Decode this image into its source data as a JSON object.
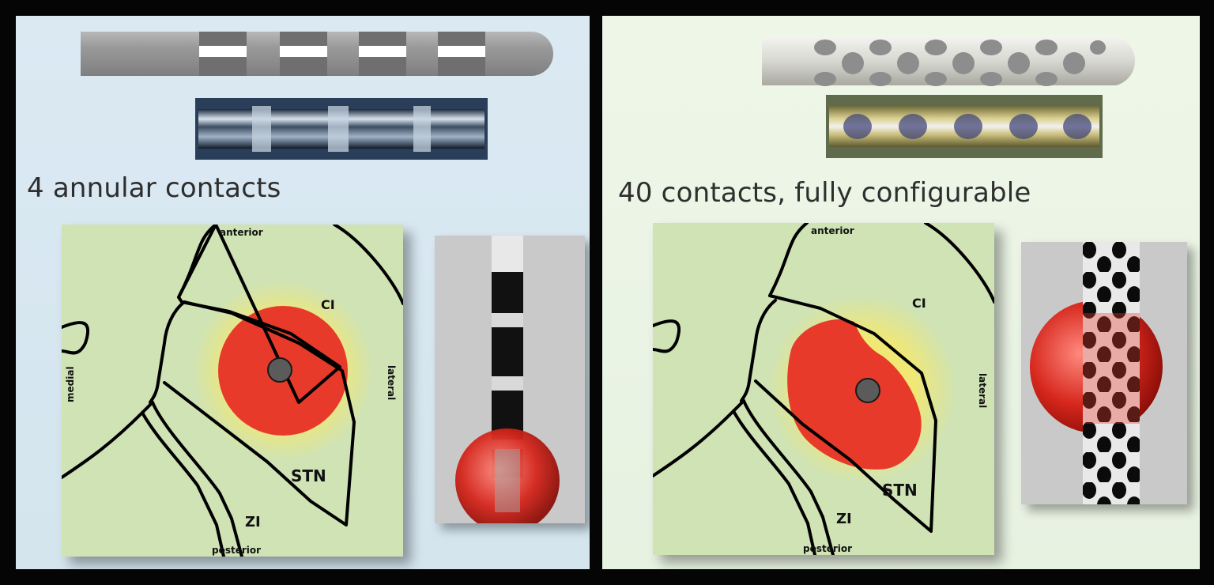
{
  "left": {
    "heading": "4 annular contacts",
    "labels": {
      "anterior": "anterior",
      "posterior": "posterior",
      "medial": "medial",
      "lateral": "lateral",
      "ci": "CI",
      "stn": "STN",
      "zi": "ZI"
    }
  },
  "right": {
    "heading": "40 contacts, fully configurable",
    "labels": {
      "anterior": "anterior",
      "posterior": "posterior",
      "lateral": "lateral",
      "ci": "CI",
      "stn": "STN",
      "zi": "ZI"
    }
  },
  "colors": {
    "stimulation_field": "#e83a2a",
    "tissue": "#cfe3b5",
    "left_background": "#dbe9f3",
    "right_background": "#eef6e8"
  }
}
